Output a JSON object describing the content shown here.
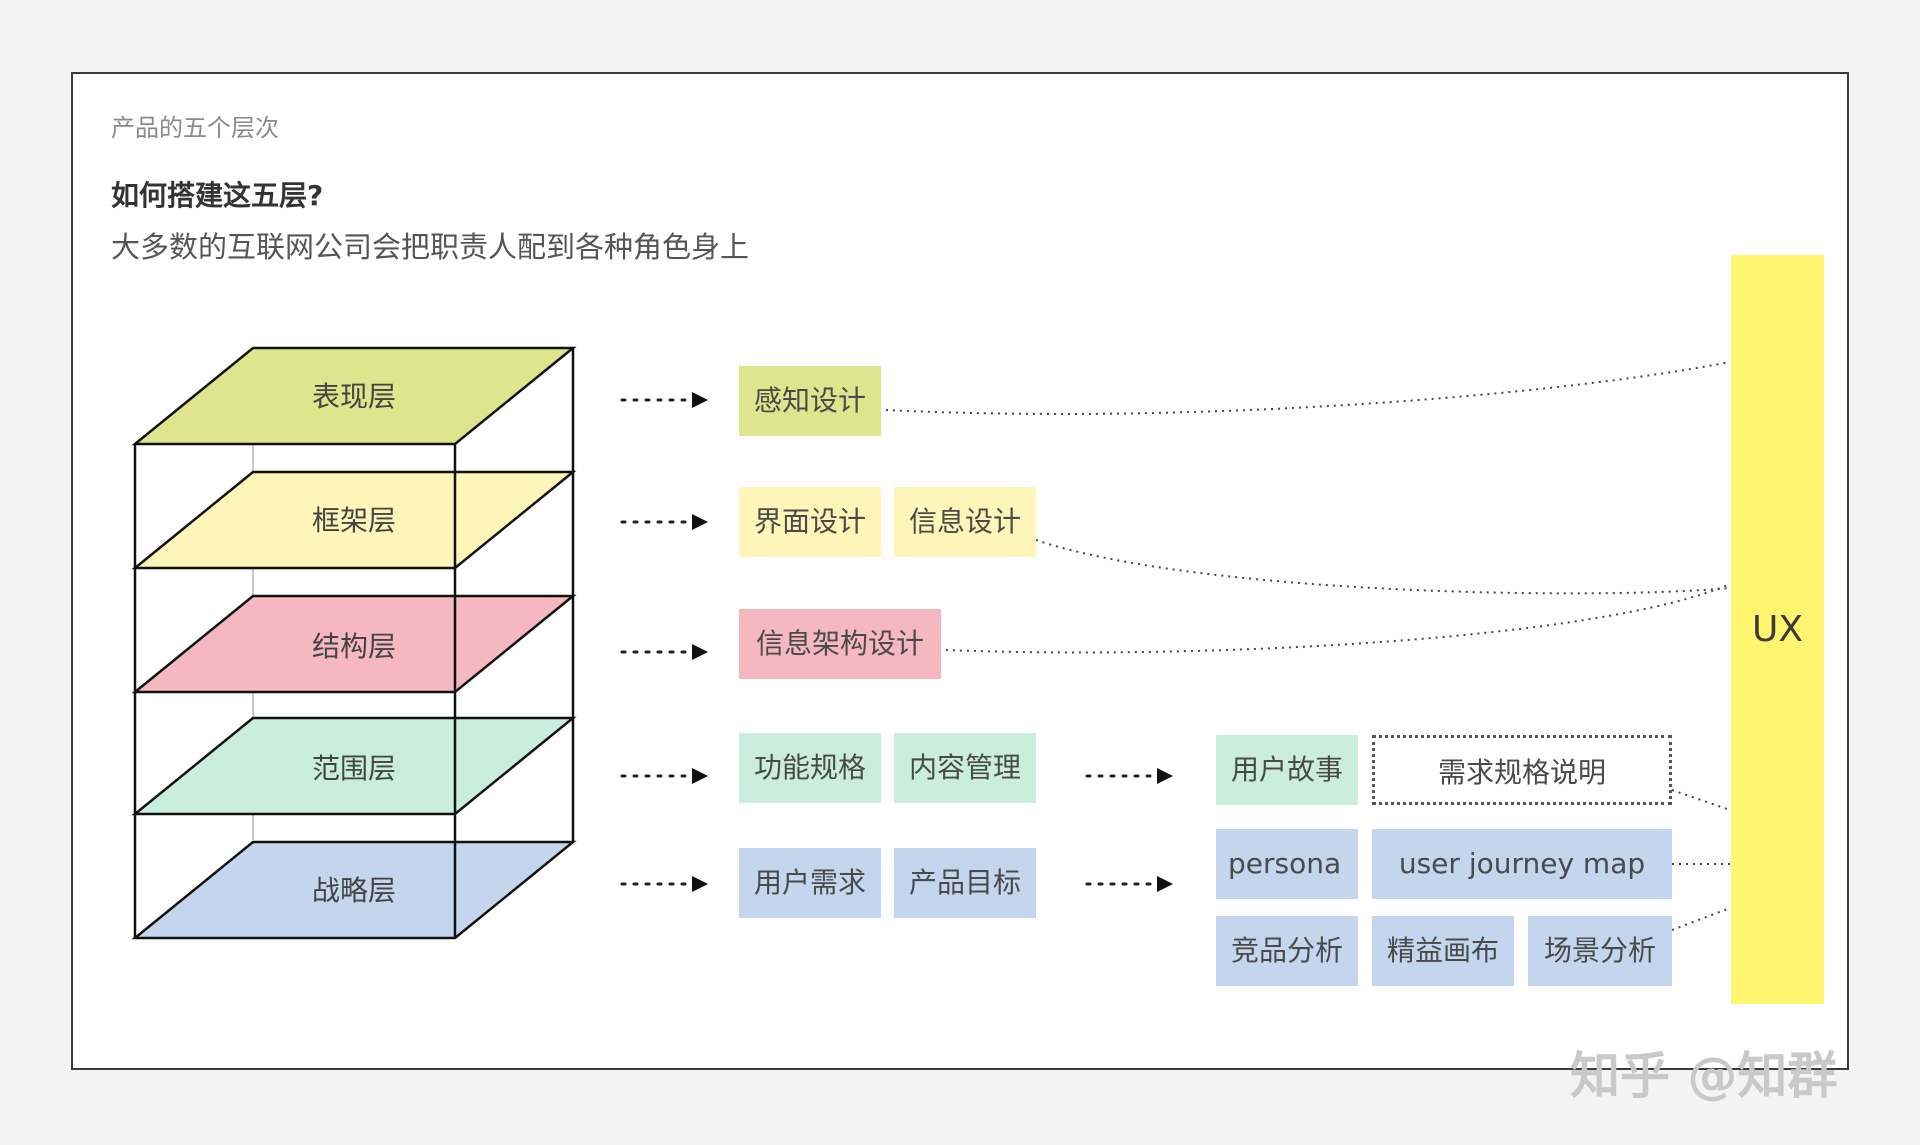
{
  "header": {
    "section_label": "产品的五个层次",
    "title": "如何搭建这五层?",
    "subtitle": "大多数的互联网公司会把职责人配到各种角色身上"
  },
  "layers": [
    {
      "id": "surface",
      "label": "表现层",
      "color": "#dfe58c"
    },
    {
      "id": "skeleton",
      "label": "框架层",
      "color": "#fdf6b8"
    },
    {
      "id": "structure",
      "label": "结构层",
      "color": "#f5b8c1"
    },
    {
      "id": "scope",
      "label": "范围层",
      "color": "#c9eedc"
    },
    {
      "id": "strategy",
      "label": "战略层",
      "color": "#c3d6ee"
    }
  ],
  "tasks": {
    "surface": [
      "感知设计"
    ],
    "skeleton": [
      "界面设计",
      "信息设计"
    ],
    "structure": [
      "信息架构设计"
    ],
    "scope": [
      "功能规格",
      "内容管理"
    ],
    "strategy": [
      "用户需求",
      "产品目标"
    ]
  },
  "deliverables": {
    "scope": [
      "用户故事",
      "需求规格说明"
    ],
    "strategy_row1": [
      "persona",
      "user journey map"
    ],
    "strategy_row2": [
      "竞品分析",
      "精益画布",
      "场景分析"
    ]
  },
  "role": {
    "label": "UX",
    "color": "#fff56e"
  },
  "watermark": "知乎 @知群"
}
